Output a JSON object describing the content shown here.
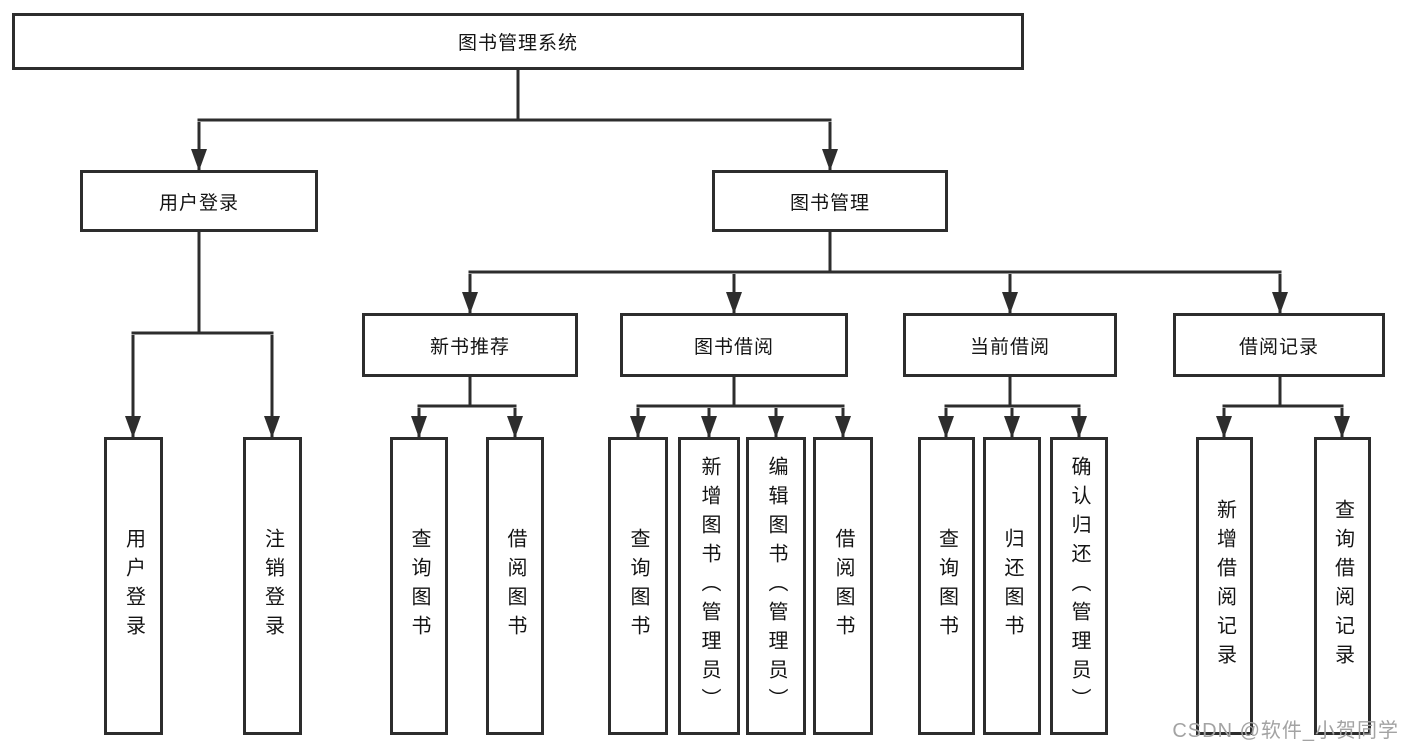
{
  "watermark": "CSDN @软件_小贺同学",
  "diagram": {
    "root": "图书管理系统",
    "user_login_group": "用户登录",
    "book_mgmt": "图书管理",
    "new_book_rec": "新书推荐",
    "book_borrow": "图书借阅",
    "current_borrow": "当前借阅",
    "borrow_records": "借阅记录",
    "user_login": "用户登录",
    "logout_login": "注销登录",
    "rec_query_book": "查询图书",
    "rec_borrow_book": "借阅图书",
    "borrow_query_book": "查询图书",
    "borrow_add_book": "新增图书（管理员）",
    "borrow_edit_book": "编辑图书（管理员）",
    "borrow_borrow_book": "借阅图书",
    "current_query_book": "查询图书",
    "current_return_book": "归还图书",
    "current_confirm_return": "确认归还（管理员）",
    "records_add_record": "新增借阅记录",
    "records_query_record": "查询借阅记录"
  }
}
